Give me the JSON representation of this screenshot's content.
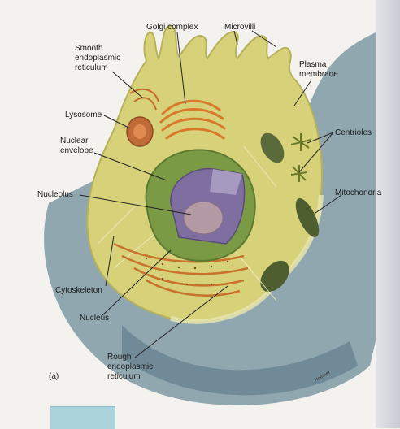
{
  "figure": {
    "panel_label": "(a)",
    "artist": "Hoemer",
    "labels": {
      "golgi": "Golgi complex",
      "microvilli": "Microvilli",
      "smooth_er": [
        "Smooth",
        "endoplasmic",
        "reticulum"
      ],
      "plasma_membrane": [
        "Plasma",
        "membrane"
      ],
      "lysosome": "Lysosome",
      "centrioles": "Centrioles",
      "nuclear_envelope": [
        "Nuclear",
        "envelope"
      ],
      "nucleolus": "Nucleolus",
      "mitochondria": "Mitochondria",
      "cytoskeleton": "Cytoskeleton",
      "nucleus": "Nucleus",
      "rough_er": [
        "Rough",
        "endoplasmic",
        "reticulum"
      ]
    }
  },
  "colors": {
    "cytoplasm": "#d7d27a",
    "membrane": "#e8e7b5",
    "backdrop": "#7e9aa5",
    "nucleus_ring": "#7a9a45",
    "nucleus_cut": "#7f6fa0",
    "nucleolus": "#b39aa5",
    "organelle_orange": "#d9792c"
  }
}
